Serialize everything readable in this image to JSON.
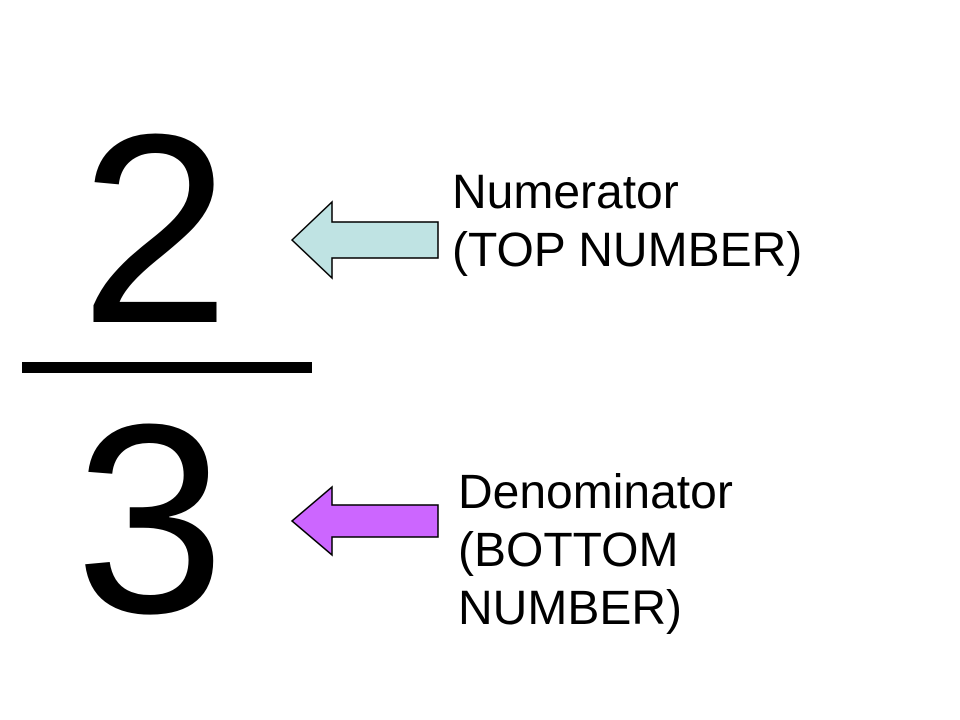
{
  "fraction": {
    "numerator": "2",
    "denominator": "3"
  },
  "labels": {
    "numerator": {
      "line1": "Numerator",
      "line2": "(TOP NUMBER)"
    },
    "denominator": {
      "line1": "Denominator",
      "line2": "(BOTTOM",
      "line3": "NUMBER)"
    }
  },
  "colors": {
    "numerator_arrow": "#bfe3e3",
    "denominator_arrow": "#cc66ff",
    "text": "#000000",
    "background": "#ffffff"
  }
}
